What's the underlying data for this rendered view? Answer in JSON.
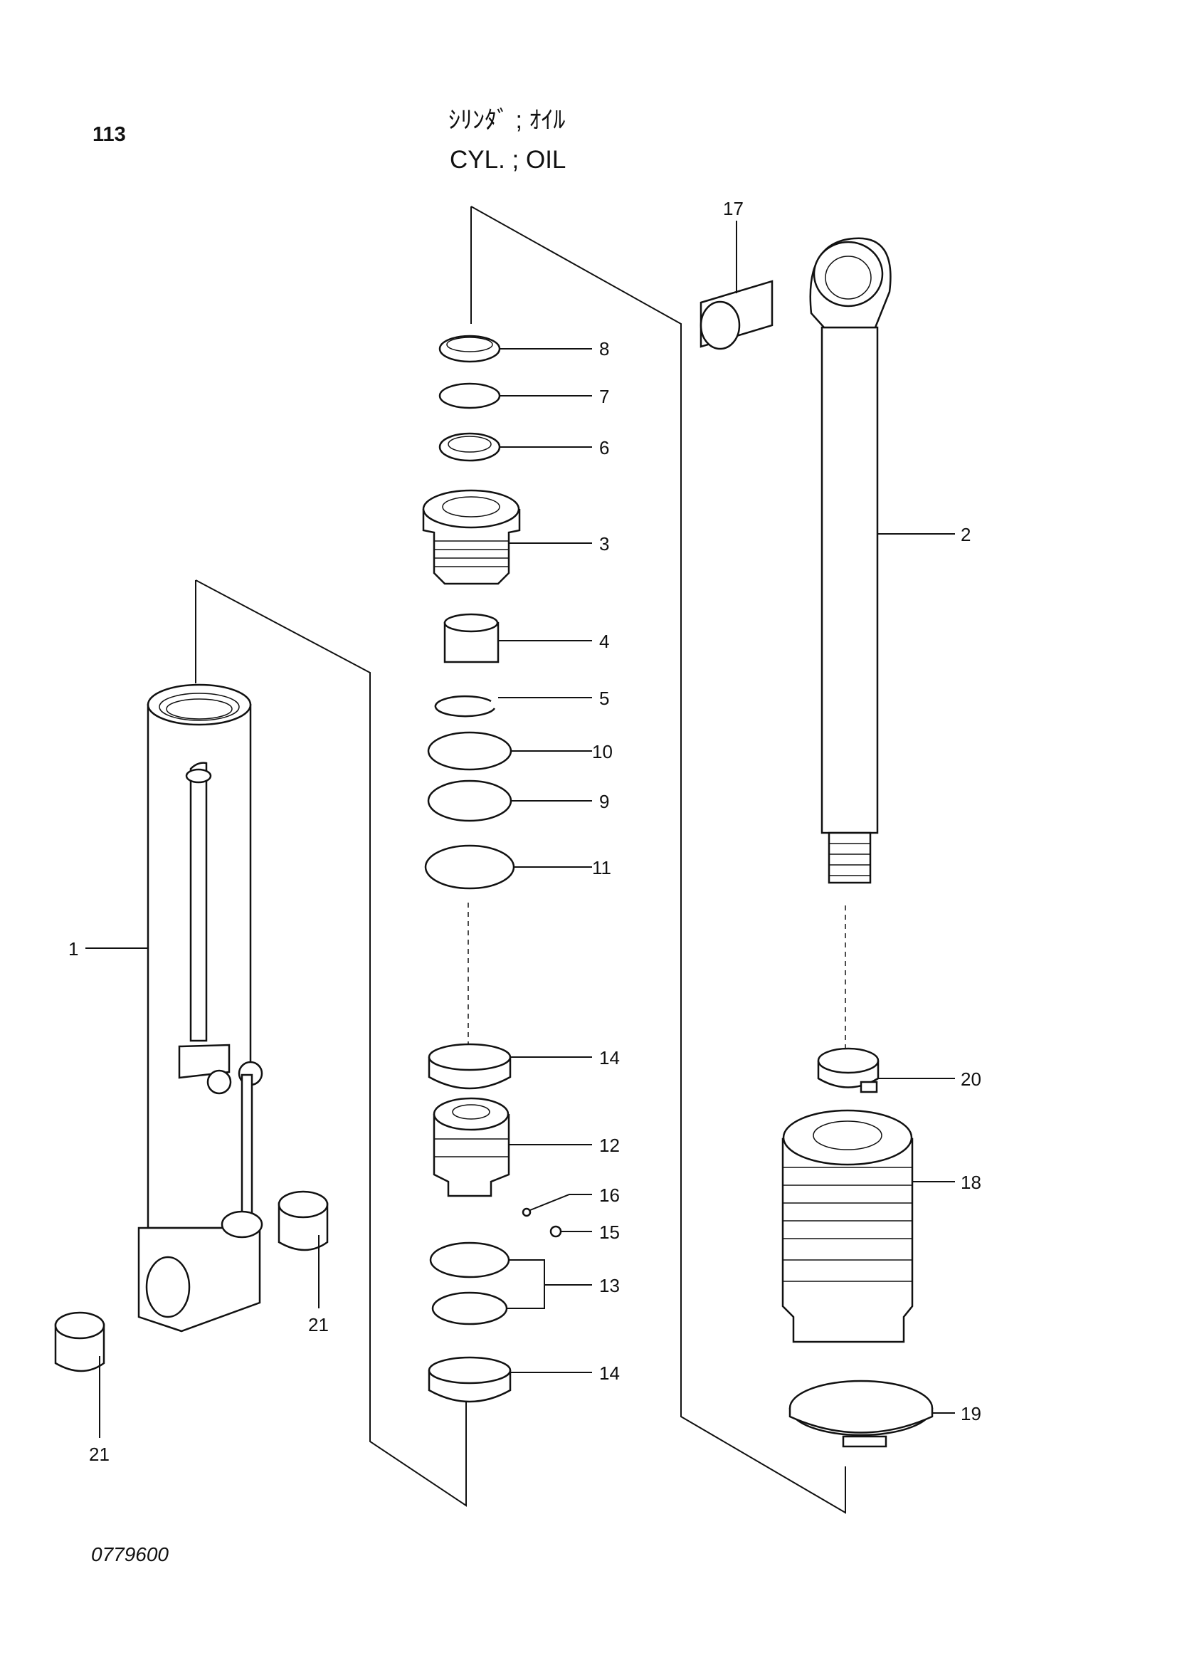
{
  "header": {
    "page_number": "113",
    "title_jp": "ｼﾘﾝﾀﾞ ; ｵｲﾙ",
    "title_en": "CYL. ; OIL"
  },
  "callouts": {
    "p1": "1",
    "p2": "2",
    "p3": "3",
    "p4": "4",
    "p5": "5",
    "p6": "6",
    "p7": "7",
    "p8": "8",
    "p9": "9",
    "p10": "10",
    "p11": "11",
    "p12": "12",
    "p13": "13",
    "p14a": "14",
    "p14b": "14",
    "p15": "15",
    "p16": "16",
    "p17": "17",
    "p18": "18",
    "p19": "19",
    "p20": "20",
    "p21a": "21",
    "p21b": "21"
  },
  "footer": {
    "drawing_number": "0779600"
  }
}
